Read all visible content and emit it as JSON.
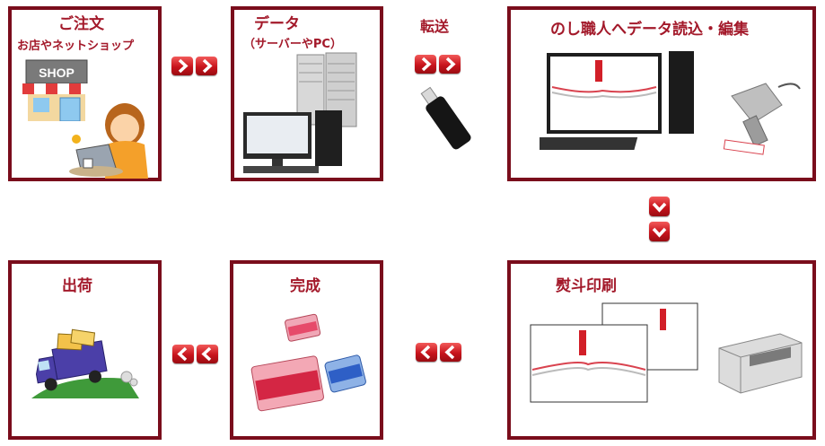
{
  "steps": {
    "order": {
      "title": "ご注文",
      "subtitle": "お店やネットショップ",
      "shop_sign": "SHOP"
    },
    "data": {
      "title": "データ",
      "subtitle": "（サーバーやPC）"
    },
    "noshi_edit": {
      "title": "のし職人へデータ読込・編集"
    },
    "print": {
      "title": "熨斗印刷"
    },
    "complete": {
      "title": "完成"
    },
    "ship": {
      "title": "出荷"
    }
  },
  "transfer_label": "転送",
  "colors": {
    "border": "#7a0d1c",
    "title": "#a3192a",
    "arrow": "#c8141c"
  },
  "icons": [
    "shop-icon",
    "woman-laptop-icon",
    "server-icon",
    "pc-icon",
    "usb-drive-icon",
    "barcode-scanner-icon",
    "noshi-paper-icon",
    "printer-icon",
    "gift-box-icon",
    "delivery-truck-icon",
    "chevron-right-icon",
    "chevron-down-icon",
    "chevron-left-icon"
  ]
}
